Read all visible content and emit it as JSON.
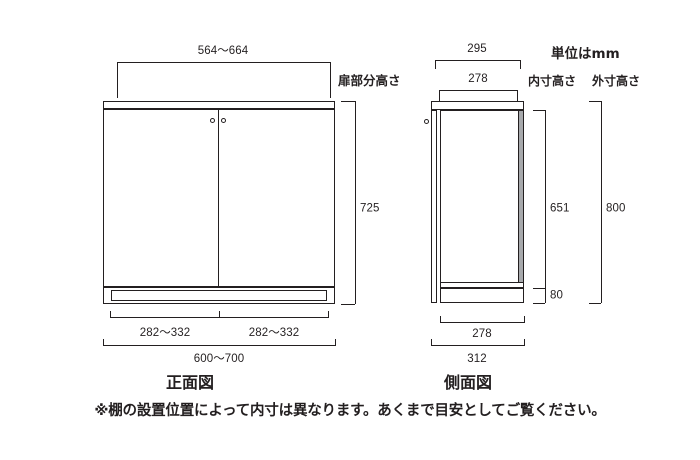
{
  "drawing": {
    "unit_note": "単位はmm",
    "footer_note": "※棚の設置位置によって内寸は異なります。あくまで目安としてご覧ください。",
    "front_view": {
      "title": "正面図",
      "door_height_label": "扉部分高さ",
      "dimensions": {
        "inner_width": "564〜664",
        "door_height": "725",
        "left_door_width": "282〜332",
        "right_door_width": "282〜332",
        "outer_width": "600〜700"
      }
    },
    "side_view": {
      "title": "側面図",
      "inner_height_label": "内寸高さ",
      "outer_height_label": "外寸高さ",
      "dimensions": {
        "top_depth": "295",
        "inner_depth_top": "278",
        "inner_height": "651",
        "base_height": "80",
        "inner_depth_bottom": "278",
        "outer_depth": "312",
        "outer_height": "800"
      }
    }
  },
  "colors": {
    "line": "#231f20",
    "shade": "#a7a9ac",
    "background": "#ffffff"
  }
}
